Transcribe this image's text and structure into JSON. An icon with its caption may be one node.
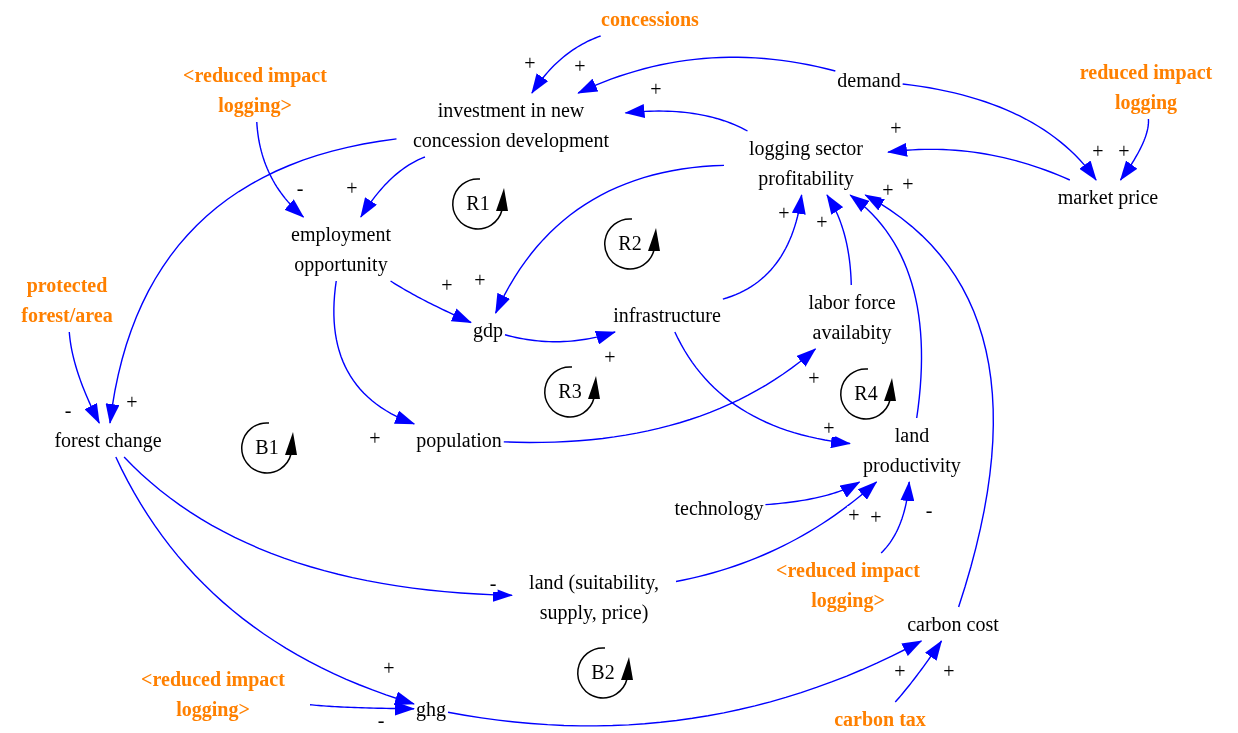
{
  "diagram": {
    "nodes": [
      {
        "text": [
          "concessions"
        ]
      },
      {
        "text": [
          "<reduced impact logging>"
        ]
      },
      {
        "text": [
          "investment in new concession development"
        ]
      },
      {
        "text": [
          "demand"
        ]
      },
      {
        "text": [
          "reduced impact logging"
        ]
      },
      {
        "text": [
          "logging sector profitability"
        ]
      },
      {
        "text": [
          "market price"
        ]
      },
      {
        "text": [
          "R1"
        ]
      },
      {
        "text": [
          "employment opportunity"
        ]
      },
      {
        "text": [
          "R2"
        ]
      },
      {
        "text": [
          "protected forest/area"
        ]
      },
      {
        "text": [
          "gdp"
        ]
      },
      {
        "text": [
          "infrastructure"
        ]
      },
      {
        "text": [
          "labor force availabity"
        ]
      },
      {
        "text": [
          "R3"
        ]
      },
      {
        "text": [
          "R4"
        ]
      },
      {
        "text": [
          "forest change"
        ]
      },
      {
        "text": [
          "B1"
        ]
      },
      {
        "text": [
          "population"
        ]
      },
      {
        "text": [
          "land productivity"
        ]
      },
      {
        "text": [
          "technology"
        ]
      },
      {
        "text": [
          "land (suitability, supply, price)"
        ]
      },
      {
        "text": [
          "<reduced impact logging>"
        ]
      },
      {
        "text": [
          "carbon cost"
        ]
      },
      {
        "text": [
          "B2"
        ]
      },
      {
        "text": [
          "<reduced impact logging>"
        ]
      },
      {
        "text": [
          "ghg"
        ]
      },
      {
        "text": [
          "carbon tax"
        ]
      }
    ],
    "edges": [
      {
        "from": 0,
        "to": 2,
        "arrow": "to",
        "label": "+"
      },
      {
        "from": 3,
        "to": 2,
        "arrow": "to",
        "label": "+"
      },
      {
        "from": 5,
        "to": 2,
        "arrow": "to",
        "label": "+"
      },
      {
        "from": 2,
        "to": 8,
        "arrow": "to",
        "label": "+"
      },
      {
        "from": 1,
        "to": 8,
        "arrow": "to",
        "label": "-"
      },
      {
        "from": 2,
        "to": 16,
        "arrow": "to",
        "label": "+"
      },
      {
        "from": 5,
        "to": 11,
        "arrow": "to",
        "label": "+"
      },
      {
        "from": 8,
        "to": 11,
        "arrow": "to",
        "label": "+"
      },
      {
        "from": 3,
        "to": 6,
        "arrow": "to",
        "label": "+"
      },
      {
        "from": 4,
        "to": 6,
        "arrow": "to",
        "label": "+"
      },
      {
        "from": 6,
        "to": 5,
        "arrow": "to",
        "label": "+"
      },
      {
        "from": 11,
        "to": 12,
        "arrow": "to",
        "label": "+"
      },
      {
        "from": 12,
        "to": 5,
        "arrow": "to",
        "label": "+"
      },
      {
        "from": 13,
        "to": 5,
        "arrow": "to",
        "label": "+"
      },
      {
        "from": 19,
        "to": 5,
        "arrow": "to",
        "label": "+"
      },
      {
        "from": 23,
        "to": 5,
        "arrow": "to",
        "label": "+"
      },
      {
        "from": 8,
        "to": 18,
        "arrow": "to",
        "label": "+"
      },
      {
        "from": 18,
        "to": 13,
        "arrow": "to",
        "label": "+"
      },
      {
        "from": 12,
        "to": 19,
        "arrow": "to",
        "label": "+"
      },
      {
        "from": 10,
        "to": 16,
        "arrow": "to",
        "label": "-"
      },
      {
        "from": 16,
        "to": 21,
        "arrow": "to",
        "label": "-"
      },
      {
        "from": 16,
        "to": 26,
        "arrow": "to",
        "label": "+"
      },
      {
        "from": 20,
        "to": 19,
        "arrow": "to",
        "label": "+"
      },
      {
        "from": 21,
        "to": 19,
        "arrow": "to",
        "label": "+"
      },
      {
        "from": 22,
        "to": 19,
        "arrow": "to",
        "label": "-"
      },
      {
        "from": 26,
        "to": 23,
        "arrow": "to",
        "label": "+"
      },
      {
        "from": 27,
        "to": 23,
        "arrow": "to",
        "label": "+"
      },
      {
        "from": 25,
        "to": 26,
        "arrow": "to",
        "label": "-"
      }
    ]
  }
}
